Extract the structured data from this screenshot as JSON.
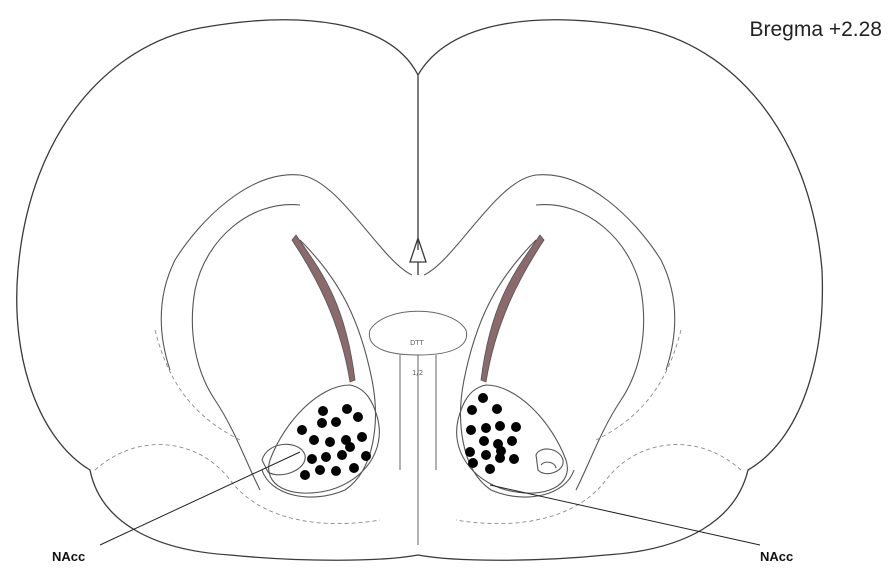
{
  "header": {
    "bregma_label": "Bregma +2.28"
  },
  "labels": {
    "left_region": "NAcc",
    "right_region": "NAcc"
  },
  "midline_tags": {
    "upper": "DTT",
    "lower": "1/2"
  },
  "colors": {
    "outline": "#3a3a3a",
    "dashed": "#8a8a8a",
    "dot": "#000000",
    "ventricle": "#8a6a6a"
  },
  "placements": {
    "left_hemisphere_count": 19,
    "right_hemisphere_count": 17
  }
}
